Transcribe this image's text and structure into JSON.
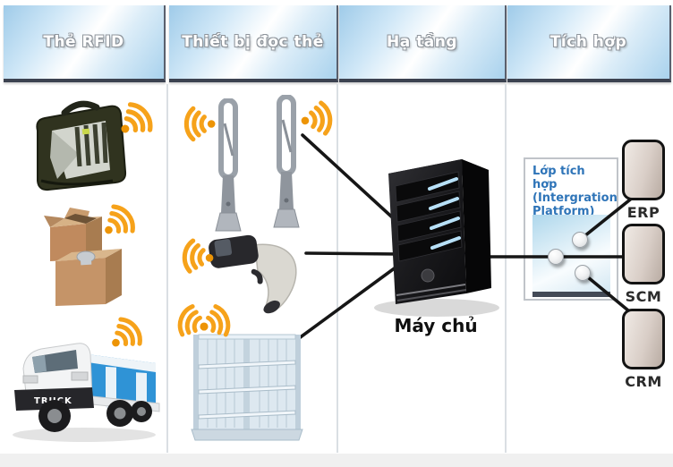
{
  "header": {
    "columns": [
      {
        "label": "Thẻ RFID"
      },
      {
        "label": "Thiết bị đọc thẻ"
      },
      {
        "label": "Hạ tầng"
      },
      {
        "label": "Tích hợp"
      }
    ]
  },
  "tags_column": {
    "items": [
      {
        "name": "laptop-bag"
      },
      {
        "name": "cardboard-boxes"
      },
      {
        "name": "delivery-truck"
      }
    ],
    "truck_text": "TRUCK"
  },
  "readers_column": {
    "items": [
      {
        "name": "rfid-gate-antennas"
      },
      {
        "name": "handheld-scanner"
      },
      {
        "name": "smart-shelf"
      }
    ]
  },
  "infrastructure": {
    "server_label": "Máy chủ"
  },
  "integration": {
    "platform": {
      "lines": [
        "Lớp tích hợp",
        "(Intergration",
        "Platform)"
      ]
    },
    "systems": [
      {
        "label": "ERP"
      },
      {
        "label": "SCM"
      },
      {
        "label": "CRM"
      }
    ]
  },
  "icons": {
    "signal": "rfid-signal-waves"
  },
  "colors": {
    "signal_orange": "#F6A21A",
    "platform_text_blue": "#2E74B8",
    "header_border_dark": "#3C4250",
    "connection_line": "#161616"
  }
}
